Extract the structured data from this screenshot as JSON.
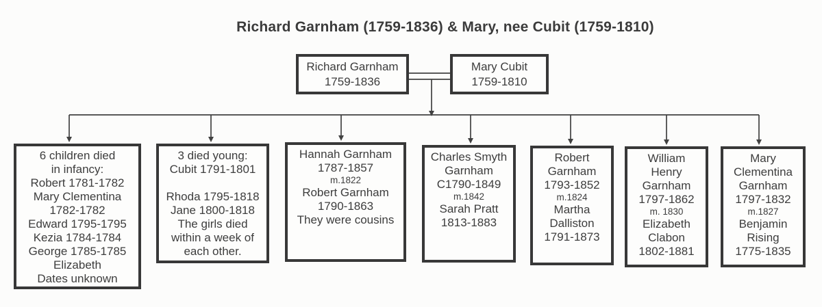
{
  "title": "Richard Garnham (1759-1836) & Mary, nee Cubit (1759-1810)",
  "parents": {
    "richard": {
      "name": "Richard Garnham",
      "years": "1759-1836"
    },
    "mary": {
      "name": "Mary Cubit",
      "years": "1759-1810"
    }
  },
  "children": [
    {
      "id": "infant-deaths",
      "lines": [
        {
          "text": "6 children died"
        },
        {
          "text": "in infancy:"
        },
        {
          "text": "Robert 1781-1782"
        },
        {
          "text": "Mary Clementina"
        },
        {
          "text": "1782-1782"
        },
        {
          "text": "Edward 1795-1795"
        },
        {
          "text": "Kezia 1784-1784"
        },
        {
          "text": "George 1785-1785"
        },
        {
          "text": "Elizabeth"
        },
        {
          "text": "Dates unknown"
        }
      ]
    },
    {
      "id": "died-young",
      "lines": [
        {
          "text": "3 died young:"
        },
        {
          "text": "Cubit 1791-1801"
        },
        {
          "text": ""
        },
        {
          "text": "Rhoda 1795-1818"
        },
        {
          "text": "Jane 1800-1818"
        },
        {
          "text": "The girls died"
        },
        {
          "text": "within a week of"
        },
        {
          "text": "each other."
        }
      ]
    },
    {
      "id": "hannah-garnham",
      "lines": [
        {
          "text": "Hannah Garnham"
        },
        {
          "text": "1787-1857"
        },
        {
          "text": "m.1822",
          "small": true
        },
        {
          "text": "Robert Garnham"
        },
        {
          "text": "1790-1863"
        },
        {
          "text": "They were cousins"
        }
      ]
    },
    {
      "id": "charles-smyth-garnham",
      "lines": [
        {
          "text": "Charles Smyth"
        },
        {
          "text": "Garnham"
        },
        {
          "text": "C1790-1849"
        },
        {
          "text": "m.1842",
          "small": true
        },
        {
          "text": "Sarah Pratt"
        },
        {
          "text": "1813-1883"
        }
      ]
    },
    {
      "id": "robert-garnham",
      "lines": [
        {
          "text": "Robert"
        },
        {
          "text": "Garnham"
        },
        {
          "text": "1793-1852"
        },
        {
          "text": "m.1824",
          "small": true
        },
        {
          "text": "Martha"
        },
        {
          "text": "Dalliston"
        },
        {
          "text": "1791-1873"
        }
      ]
    },
    {
      "id": "william-henry-garnham",
      "lines": [
        {
          "text": "William"
        },
        {
          "text": "Henry"
        },
        {
          "text": "Garnham"
        },
        {
          "text": "1797-1862"
        },
        {
          "text": "m. 1830",
          "small": true
        },
        {
          "text": "Elizabeth"
        },
        {
          "text": "Clabon"
        },
        {
          "text": "1802-1881"
        }
      ]
    },
    {
      "id": "mary-clementina-garnham",
      "lines": [
        {
          "text": "Mary"
        },
        {
          "text": "Clementina"
        },
        {
          "text": "Garnham"
        },
        {
          "text": "1797-1832"
        },
        {
          "text": "m.1827",
          "small": true
        },
        {
          "text": "Benjamin"
        },
        {
          "text": "Rising"
        },
        {
          "text": "1775-1835"
        }
      ]
    }
  ],
  "colors": {
    "ink": "#3d3d3d",
    "border": "#383838",
    "line": "#414141",
    "background": "#fcfcfb"
  }
}
